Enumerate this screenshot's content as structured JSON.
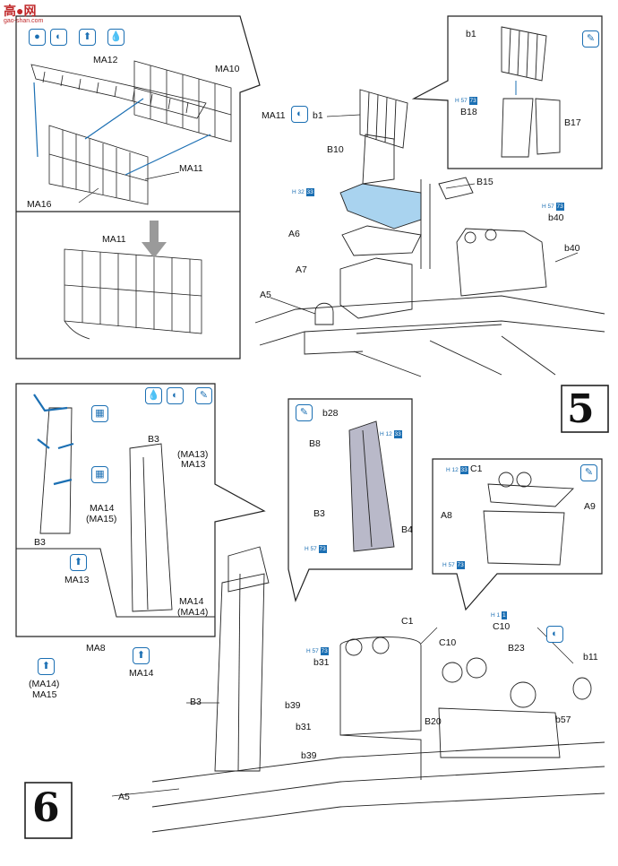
{
  "logo": {
    "text": "高●网",
    "sub": "gao-shan.com"
  },
  "steps": {
    "upper": "5",
    "lower": "6"
  },
  "labels": {
    "ma12": "MA12",
    "ma10": "MA10",
    "ma11a": "MA11",
    "ma16": "MA16",
    "ma11b": "MA11",
    "ma11c": "MA11",
    "b1a": "b1",
    "b10": "B10",
    "b15": "B15",
    "a6": "A6",
    "a7": "A7",
    "a5a": "A5",
    "b40a": "b40",
    "b40b": "b40",
    "b1b": "b1",
    "b18": "B18",
    "b17": "B17",
    "b3a": "B3",
    "b3b": "B3",
    "ma13a": "(MA13)",
    "ma13b": "MA13",
    "ma14a": "MA14",
    "ma15a": "(MA15)",
    "ma14b": "MA14",
    "ma14c": "(MA14)",
    "ma13c": "MA13",
    "ma8": "MA8",
    "ma14d": "(MA14)",
    "ma15b": "MA15",
    "ma14e": "MA14",
    "b28": "b28",
    "b8": "B8",
    "b3c": "B3",
    "b4": "B4",
    "c1a": "C1",
    "a8": "A8",
    "a9": "A9",
    "c1b": "C1",
    "c10a": "C10",
    "c10b": "C10",
    "b23": "B23",
    "b11": "b11",
    "b31a": "b31",
    "b20": "B20",
    "b39a": "b39",
    "b31b": "b31",
    "b39b": "b39",
    "b57": "b57",
    "b3d": "B3",
    "a5b": "A5"
  },
  "paint_codes": {
    "p1": {
      "h": "H 32",
      "n": "33"
    },
    "p2": {
      "h": "H 57",
      "n": "73"
    },
    "p3": {
      "h": "H 57",
      "n": "73"
    },
    "p4": {
      "h": "H 12",
      "n": "33"
    },
    "p5": {
      "h": "H 57",
      "n": "73"
    },
    "p6": {
      "h": "H 12",
      "n": "33"
    },
    "p7": {
      "h": "H 57",
      "n": "73"
    },
    "p8": {
      "h": "H 1",
      "n": "1"
    },
    "p9": {
      "h": "H 57",
      "n": "73"
    }
  },
  "colors": {
    "accent": "#1b6fb3",
    "highlight": "#a9d3ef",
    "line": "#222222"
  }
}
